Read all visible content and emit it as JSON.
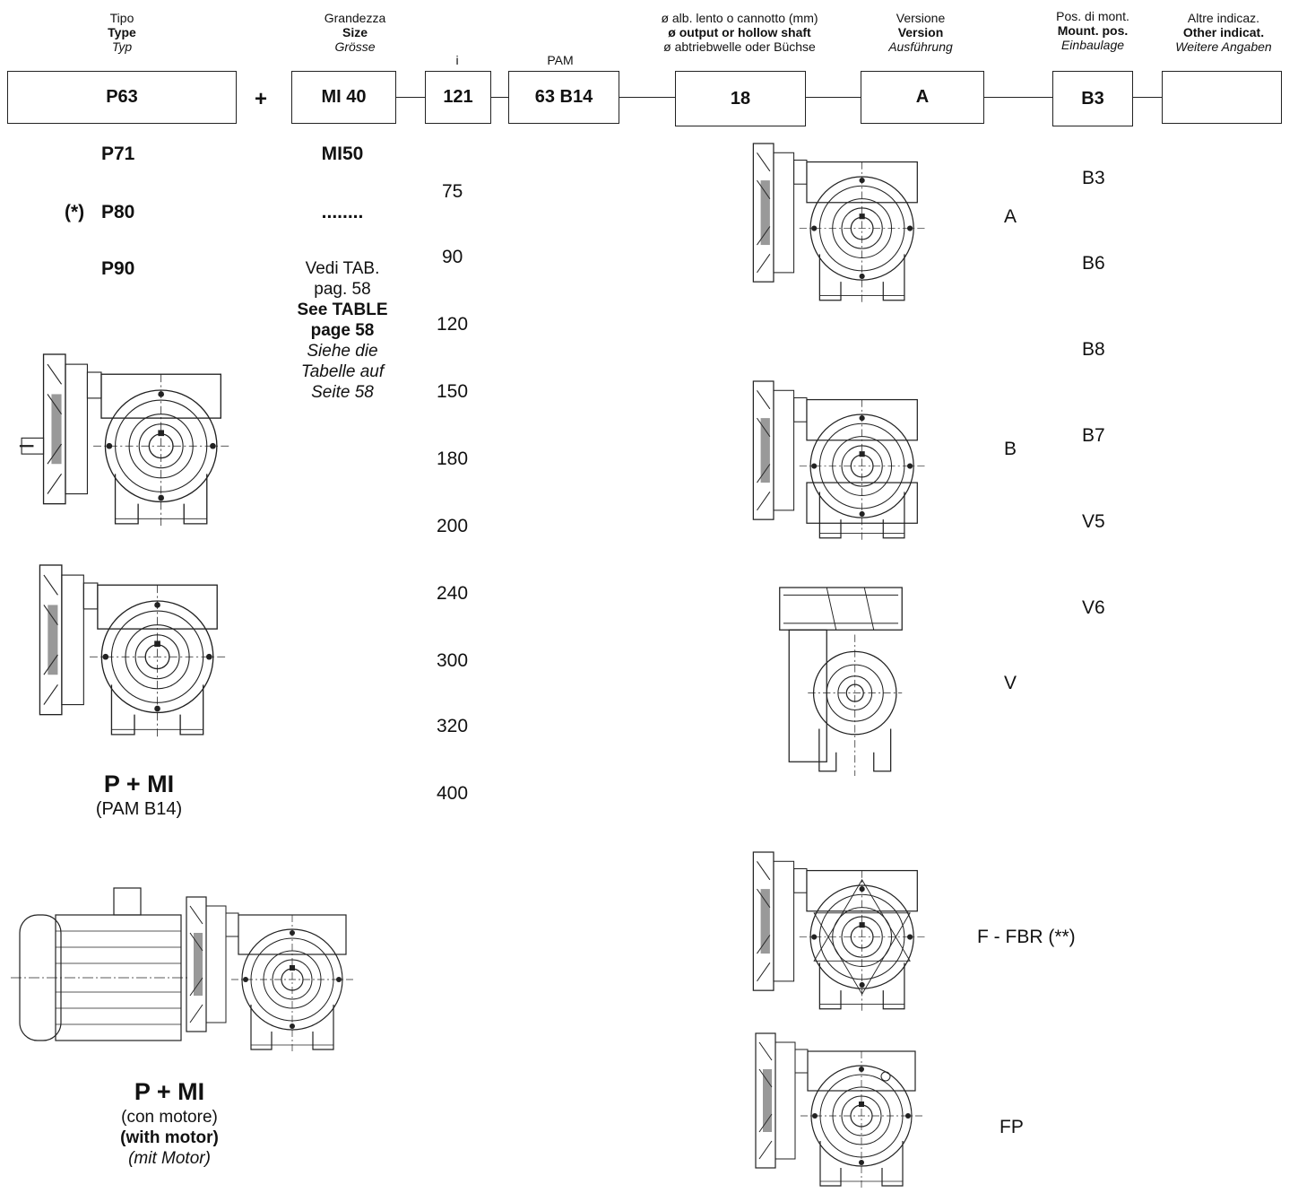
{
  "headers": {
    "type": {
      "it": "Tipo",
      "en": "Type",
      "de": "Typ"
    },
    "size": {
      "it": "Grandezza",
      "en": "Size",
      "de": "Grösse"
    },
    "ratio": {
      "label": "i"
    },
    "pam": {
      "label": "PAM"
    },
    "shaft": {
      "it": "ø alb. lento o cannotto (mm)",
      "en": "ø output or hollow shaft",
      "de": "ø abtriebwelle oder Büchse"
    },
    "version": {
      "it": "Versione",
      "en": "Version",
      "de": "Ausführung"
    },
    "mount": {
      "it": "Pos. di mont.",
      "en": "Mount. pos.",
      "de": "Einbaulage"
    },
    "other": {
      "it": "Altre indicaz.",
      "en": "Other indicat.",
      "de": "Weitere Angaben"
    }
  },
  "code_boxes": {
    "type": "P63",
    "plus": "+",
    "size": "MI 40",
    "ratio": "121",
    "pam": "63 B14",
    "shaft": "18",
    "version": "A",
    "mount": "B3",
    "other": ""
  },
  "type_options": [
    "P71",
    "P80",
    "P90"
  ],
  "type_note": "(*)",
  "size_options": [
    "MI50",
    "........"
  ],
  "size_note": {
    "it1": "Vedi TAB.",
    "it2": "pag. 58",
    "en1": "See TABLE",
    "en2": "page 58",
    "de1": "Siehe die",
    "de2": "Tabelle auf",
    "de3": "Seite 58"
  },
  "ratio_options": [
    "75",
    "90",
    "120",
    "150",
    "180",
    "200",
    "240",
    "300",
    "320",
    "400"
  ],
  "version_labels": [
    "A",
    "B",
    "V",
    "F - FBR (**)",
    "FP"
  ],
  "mount_options": [
    "B3",
    "B6",
    "B8",
    "B7",
    "V5",
    "V6"
  ],
  "captions": {
    "pam": {
      "title": "P + MI",
      "sub": "(PAM B14)"
    },
    "motor": {
      "title": "P + MI",
      "it": "(con motore)",
      "en": "(with motor)",
      "de": "(mit Motor)"
    }
  }
}
